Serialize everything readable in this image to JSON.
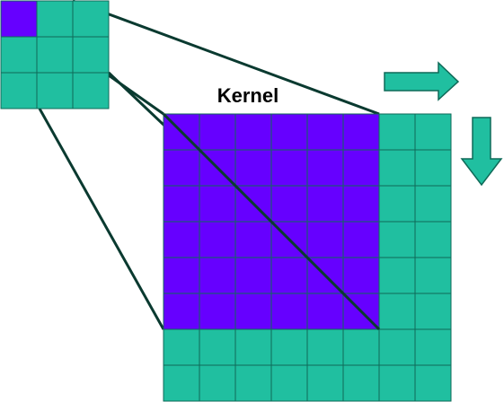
{
  "diagram": {
    "kernel_label": "Kernel",
    "small_grid": {
      "rows": 3,
      "cols": 3,
      "highlighted_cells": 1
    },
    "large_grid": {
      "rows": 8,
      "cols": 8,
      "highlighted_rows": 6,
      "highlighted_cols": 6
    },
    "arrows": [
      "arrow-right",
      "arrow-down"
    ],
    "colors": {
      "cell": "#20bfa0",
      "highlight": "#6600ff",
      "grid_line": "#0f6a58",
      "connector": "#0a3a30",
      "arrow_outline": "#0f6a58"
    }
  }
}
